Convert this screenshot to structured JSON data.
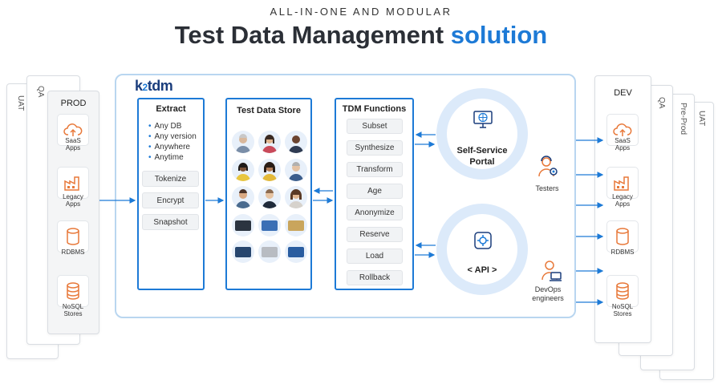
{
  "header": {
    "eyebrow": "ALL-IN-ONE AND MODULAR",
    "title_main": "Test Data Management",
    "title_accent": "solution"
  },
  "left_envs": {
    "back": "UAT",
    "middle": "QA",
    "front": "PROD"
  },
  "right_envs": {
    "front": "DEV",
    "second": "QA",
    "third": "Pre-Prod",
    "back": "UAT"
  },
  "sources": [
    {
      "icon": "cloud-upload-icon",
      "line1": "SaaS",
      "line2": "Apps"
    },
    {
      "icon": "factory-icon",
      "line1": "Legacy",
      "line2": "Apps"
    },
    {
      "icon": "database-icon",
      "line1": "RDBMS",
      "line2": ""
    },
    {
      "icon": "database-stack-icon",
      "line1": "NoSQL",
      "line2": "Stores"
    }
  ],
  "logo": {
    "k": "k",
    "two": "2",
    "rest": "tdm"
  },
  "extract": {
    "title": "Extract",
    "bullets": [
      "Any DB",
      "Any version",
      "Anywhere",
      "Anytime"
    ],
    "buttons": [
      "Tokenize",
      "Encrypt",
      "Snapshot"
    ]
  },
  "store": {
    "title": "Test Data Store"
  },
  "functions": {
    "title": "TDM Functions",
    "items": [
      "Subset",
      "Synthesize",
      "Transform",
      "Age",
      "Anonymize",
      "Reserve",
      "Load",
      "Rollback"
    ]
  },
  "portal": {
    "line1": "Self-Service",
    "line2": "Portal"
  },
  "api": {
    "label": "< API >"
  },
  "personas": {
    "testers": "Testers",
    "devops_line1": "DevOps",
    "devops_line2": "engineers"
  },
  "colors": {
    "accent": "#1d7ad6",
    "icon_orange": "#e8793a",
    "ring": "#dceafa"
  }
}
